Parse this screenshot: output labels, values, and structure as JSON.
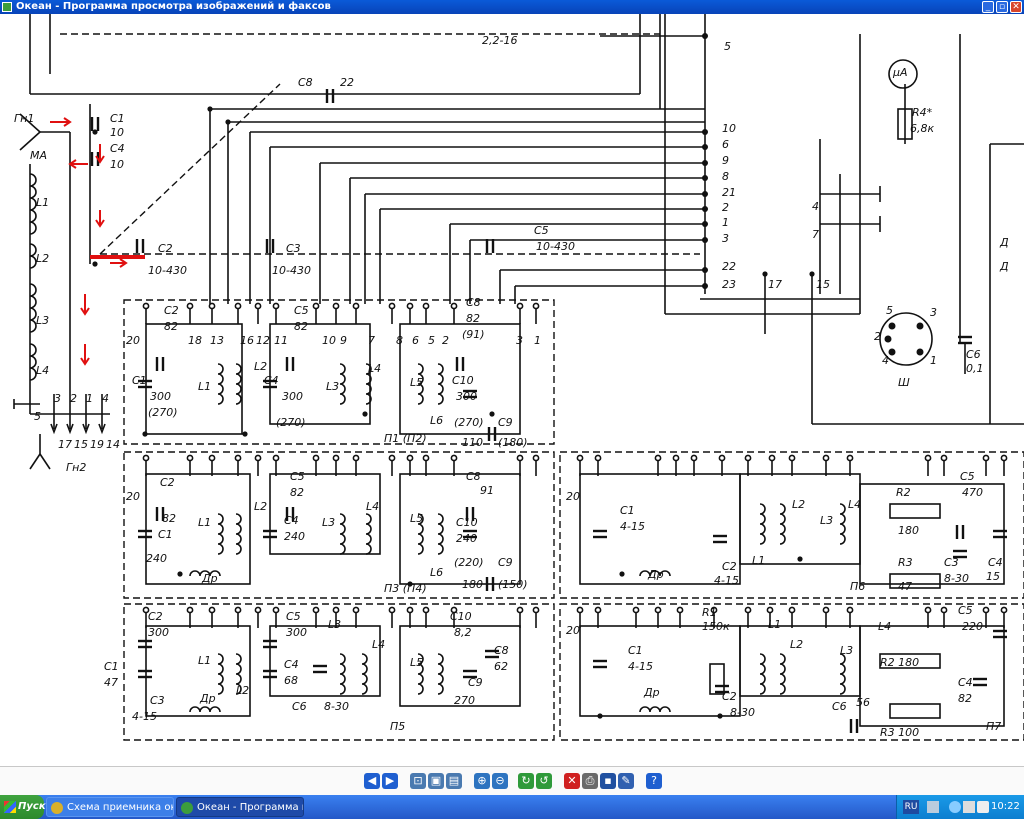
{
  "window": {
    "title": "Океан - Программа просмотра изображений и факсов",
    "minimize_glyph": "_",
    "maximize_glyph": "▫",
    "close_glyph": "✕"
  },
  "schematic": {
    "labels": [
      {
        "t": "Гн1"
      },
      {
        "t": "МА"
      },
      {
        "t": "C1"
      },
      {
        "t": "10"
      },
      {
        "t": "C4"
      },
      {
        "t": "10"
      },
      {
        "t": "L1"
      },
      {
        "t": "L2"
      },
      {
        "t": "L3"
      },
      {
        "t": "L4"
      },
      {
        "t": "C2"
      },
      {
        "t": "10-430"
      },
      {
        "t": "C3"
      },
      {
        "t": "10-430"
      },
      {
        "t": "C5"
      },
      {
        "t": "10-430"
      },
      {
        "t": "C8"
      },
      {
        "t": "22"
      },
      {
        "t": "2,2-16"
      },
      {
        "t": "5"
      },
      {
        "t": "10"
      },
      {
        "t": "6"
      },
      {
        "t": "9"
      },
      {
        "t": "8"
      },
      {
        "t": "21"
      },
      {
        "t": "2"
      },
      {
        "t": "1"
      },
      {
        "t": "3"
      },
      {
        "t": "22"
      },
      {
        "t": "23"
      },
      {
        "t": "17"
      },
      {
        "t": "15"
      },
      {
        "t": "μA"
      },
      {
        "t": "R4*"
      },
      {
        "t": "6,8к"
      },
      {
        "t": "4"
      },
      {
        "t": "7"
      },
      {
        "t": "Ш"
      },
      {
        "t": "5"
      },
      {
        "t": "3"
      },
      {
        "t": "2"
      },
      {
        "t": "4"
      },
      {
        "t": "1"
      },
      {
        "t": "C6"
      },
      {
        "t": "0,1"
      },
      {
        "t": "Гн2"
      },
      {
        "t": "5"
      },
      {
        "t": "17"
      },
      {
        "t": "15"
      },
      {
        "t": "19"
      },
      {
        "t": "14"
      },
      {
        "t": "3"
      },
      {
        "t": "2"
      },
      {
        "t": "1"
      },
      {
        "t": "4"
      },
      {
        "t": "20"
      },
      {
        "t": "C2"
      },
      {
        "t": "82"
      },
      {
        "t": "18"
      },
      {
        "t": "13"
      },
      {
        "t": "16"
      },
      {
        "t": "12"
      },
      {
        "t": "11"
      },
      {
        "t": "C5"
      },
      {
        "t": "82"
      },
      {
        "t": "10"
      },
      {
        "t": "9"
      },
      {
        "t": "7"
      },
      {
        "t": "8"
      },
      {
        "t": "6"
      },
      {
        "t": "5"
      },
      {
        "t": "2"
      },
      {
        "t": "C8"
      },
      {
        "t": "82"
      },
      {
        "t": "(91)"
      },
      {
        "t": "3"
      },
      {
        "t": "1"
      },
      {
        "t": "C1"
      },
      {
        "t": "300"
      },
      {
        "t": "(270)"
      },
      {
        "t": "L1"
      },
      {
        "t": "L2"
      },
      {
        "t": "C4"
      },
      {
        "t": "300"
      },
      {
        "t": "(270)"
      },
      {
        "t": "L3"
      },
      {
        "t": "L4"
      },
      {
        "t": "L5"
      },
      {
        "t": "L6"
      },
      {
        "t": "C10"
      },
      {
        "t": "300"
      },
      {
        "t": "(270)"
      },
      {
        "t": "C9"
      },
      {
        "t": "110"
      },
      {
        "t": "(180)"
      },
      {
        "t": "П1 (П2)"
      },
      {
        "t": "20"
      },
      {
        "t": "C2"
      },
      {
        "t": "82"
      },
      {
        "t": "C1"
      },
      {
        "t": "240"
      },
      {
        "t": "Др"
      },
      {
        "t": "L1"
      },
      {
        "t": "L2"
      },
      {
        "t": "C5"
      },
      {
        "t": "82"
      },
      {
        "t": "C4"
      },
      {
        "t": "240"
      },
      {
        "t": "L3"
      },
      {
        "t": "L4"
      },
      {
        "t": "L5"
      },
      {
        "t": "L6"
      },
      {
        "t": "C8"
      },
      {
        "t": "91"
      },
      {
        "t": "C10"
      },
      {
        "t": "240"
      },
      {
        "t": "(220)"
      },
      {
        "t": "180"
      },
      {
        "t": "C9"
      },
      {
        "t": "(150)"
      },
      {
        "t": "П3 (П4)"
      },
      {
        "t": "20"
      },
      {
        "t": "C1"
      },
      {
        "t": "4-15"
      },
      {
        "t": "Др"
      },
      {
        "t": "C2"
      },
      {
        "t": "4-15"
      },
      {
        "t": "L1"
      },
      {
        "t": "L2"
      },
      {
        "t": "L3"
      },
      {
        "t": "L4"
      },
      {
        "t": "R2"
      },
      {
        "t": "180"
      },
      {
        "t": "R3"
      },
      {
        "t": "47"
      },
      {
        "t": "C3"
      },
      {
        "t": "8-30"
      },
      {
        "t": "C4"
      },
      {
        "t": "15"
      },
      {
        "t": "C5"
      },
      {
        "t": "470"
      },
      {
        "t": "П6"
      },
      {
        "t": "C2"
      },
      {
        "t": "300"
      },
      {
        "t": "C1"
      },
      {
        "t": "47"
      },
      {
        "t": "C3"
      },
      {
        "t": "4-15"
      },
      {
        "t": "Др"
      },
      {
        "t": "L1"
      },
      {
        "t": "L2"
      },
      {
        "t": "C5"
      },
      {
        "t": "300"
      },
      {
        "t": "C4"
      },
      {
        "t": "68"
      },
      {
        "t": "C6"
      },
      {
        "t": "8-30"
      },
      {
        "t": "L3"
      },
      {
        "t": "L4"
      },
      {
        "t": "L5"
      },
      {
        "t": "C10"
      },
      {
        "t": "8,2"
      },
      {
        "t": "C8"
      },
      {
        "t": "62"
      },
      {
        "t": "C9"
      },
      {
        "t": "270"
      },
      {
        "t": "П5"
      },
      {
        "t": "20"
      },
      {
        "t": "C1"
      },
      {
        "t": "4-15"
      },
      {
        "t": "Др"
      },
      {
        "t": "R1"
      },
      {
        "t": "150к"
      },
      {
        "t": "C2"
      },
      {
        "t": "8-30"
      },
      {
        "t": "L1"
      },
      {
        "t": "L2"
      },
      {
        "t": "L3"
      },
      {
        "t": "L4"
      },
      {
        "t": "R2 180"
      },
      {
        "t": "C6"
      },
      {
        "t": "56"
      },
      {
        "t": "R3 100"
      },
      {
        "t": "C4"
      },
      {
        "t": "82"
      },
      {
        "t": "C5"
      },
      {
        "t": "220"
      },
      {
        "t": "П7"
      },
      {
        "t": "Д"
      },
      {
        "t": "Д"
      }
    ]
  },
  "toolbar": {
    "buttons": [
      {
        "name": "previous-image-button",
        "icon": "prev-icon",
        "glyph": "◀",
        "color": "#1f5fd0"
      },
      {
        "name": "next-image-button",
        "icon": "next-icon",
        "glyph": "▶",
        "color": "#1f5fd0"
      },
      {
        "name": "best-fit-button",
        "icon": "best-fit-icon",
        "glyph": "⊡",
        "color": "#4a7ab0"
      },
      {
        "name": "actual-size-button",
        "icon": "actual-size-icon",
        "glyph": "▣",
        "color": "#4a7ab0"
      },
      {
        "name": "slideshow-button",
        "icon": "slideshow-icon",
        "glyph": "▤",
        "color": "#4a7ab0"
      },
      {
        "name": "zoom-in-button",
        "icon": "zoom-in-icon",
        "glyph": "⊕",
        "color": "#2e74c0"
      },
      {
        "name": "zoom-out-button",
        "icon": "zoom-out-icon",
        "glyph": "⊖",
        "color": "#2e74c0"
      },
      {
        "name": "rotate-clockwise-button",
        "icon": "rotate-cw-icon",
        "glyph": "↻",
        "color": "#2f9a3a"
      },
      {
        "name": "rotate-counterclockwise-button",
        "icon": "rotate-ccw-icon",
        "glyph": "↺",
        "color": "#2f9a3a"
      },
      {
        "name": "delete-button",
        "icon": "delete-icon",
        "glyph": "✕",
        "color": "#d02020"
      },
      {
        "name": "print-button",
        "icon": "print-icon",
        "glyph": "⎙",
        "color": "#6a6a6a"
      },
      {
        "name": "save-button",
        "icon": "save-icon",
        "glyph": "▪",
        "color": "#2050a0"
      },
      {
        "name": "open-for-editing-button",
        "icon": "edit-icon",
        "glyph": "✎",
        "color": "#3060b0"
      },
      {
        "name": "help-button",
        "icon": "help-icon",
        "glyph": "?",
        "color": "#1f5fd0"
      }
    ]
  },
  "taskbar": {
    "start_label": "Пуск",
    "tasks": [
      {
        "label": "Схема приемника океа...",
        "icon": "chrome-icon",
        "color": "#d9b02a",
        "active": false
      },
      {
        "label": "Океан - Программа п...",
        "icon": "image-viewer-icon",
        "color": "#3c9d3c",
        "active": true
      }
    ],
    "lang": "RU",
    "clock": "10:22"
  }
}
